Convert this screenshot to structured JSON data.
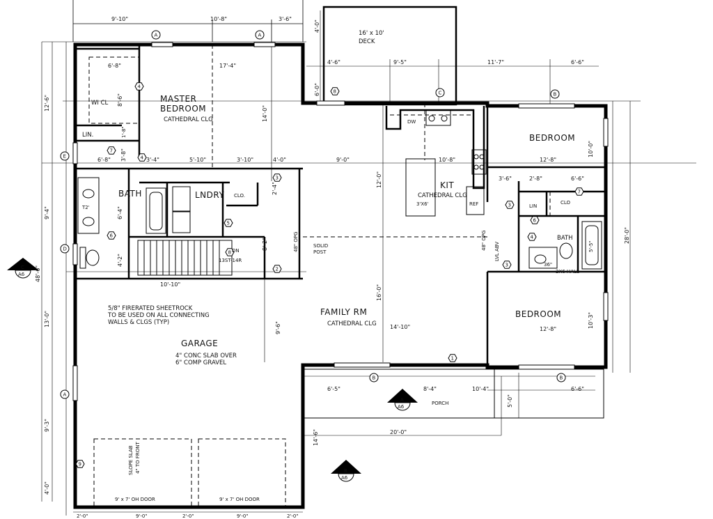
{
  "rooms": {
    "master_bedroom_l1": "MASTER",
    "master_bedroom_l2": "BEDROOM",
    "master_ceiling": "CATHEDRAL CLG",
    "wi_cl": "WI CL",
    "lin": "LIN.",
    "bath": "BATH",
    "lndry": "LNDRY",
    "clo": "CLO.",
    "deck_l1": "16' x 10'",
    "deck_l2": "DECK",
    "kit": "KIT",
    "kit_ceiling": "CATHEDRAL CLG",
    "island": "3'X6'",
    "ref": "REF",
    "dw": "DW",
    "bedroom_top": "BEDROOM",
    "bedroom_bottom": "BEDROOM",
    "lin_right": "LIN",
    "clo_right": "CLO",
    "bath_right": "BATH",
    "hall": "2X6 HALL",
    "vanity": "36\"",
    "t2": "T2'",
    "family_rm": "FAMILY RM",
    "family_ceiling": "CATHEDRAL CLG",
    "solid_post_l1": "SOLID",
    "solid_post_l2": "POST",
    "lvl_abv": "LVL ABV",
    "opg_48_a": "48\" OPG",
    "opg_48_b": "48\" OPG",
    "dn": "DN",
    "stair_risers": "13ST-14R",
    "garage": "GARAGE",
    "sheetrock_l1": "5/8\" FIRERATED SHEETROCK",
    "sheetrock_l2": "TO BE USED ON ALL CONNECTING",
    "sheetrock_l3": "WALLS & CLGS (TYP)",
    "slab_l1": "4\" CONC SLAB OVER",
    "slab_l2": "6\" COMP GRAVEL",
    "slope_l1": "SLOPE SLAB",
    "slope_l2": "4\" TO FRONT",
    "oh_door_1": "9' x 7' OH DOOR",
    "oh_door_2": "9' x 7' OH DOOR",
    "porch": "PORCH",
    "kit_tag_bottom": "REF"
  },
  "dimensions": {
    "top_1": "9'-10\"",
    "top_2": "10'-8\"",
    "top_3": "3'-6\"",
    "deck_h": "4'-0\"",
    "deck_w1": "4'-6\"",
    "deck_w2": "9'-5\"",
    "deck_w3": "11'-7\"",
    "deck_w4": "6'-6\"",
    "deck_side": "6'-0\"",
    "wicl_w": "6'-8\"",
    "wicl_h": "8'-6\"",
    "master_w": "17'-4\"",
    "master_h": "14'-0\"",
    "left_1": "12'-6\"",
    "left_2": "9'-4\"",
    "left_total": "48'-6\"",
    "left_3": "13'-0\"",
    "left_4": "9'-3\"",
    "left_5": "4'-0\"",
    "lin_h": "1'-8\"",
    "hall_1": "6'-8\"",
    "hall_2": "3'-4\"",
    "hall_3": "5'-10\"",
    "hall_4": "3'-10\"",
    "hall_5": "4'-0\"",
    "bath_h": "6'-4\"",
    "lndry_v": "2'-4\"",
    "side_v": "3'-8\"",
    "bath_low": "4'-2\"",
    "stair_h": "8'-2\"",
    "stair_w": "10'-10\"",
    "garage_v": "9'-6\"",
    "fam_w": "9'-0\"",
    "kit_w": "10'-8\"",
    "kit_h": "12'-0\"",
    "fam_h": "16'-0\"",
    "fam_w2": "14'-10\"",
    "bed_top_w": "12'-8\"",
    "bed_top_h": "10'-0\"",
    "bed_bot_w": "12'-8\"",
    "bed_bot_h": "10'-3\"",
    "hall_r1": "3'-6\"",
    "hall_r2": "2'-8\"",
    "hall_r3": "6'-6\"",
    "bath_r_h": "5'-5\"",
    "right_total": "28'-0\"",
    "porch_1": "6'-5\"",
    "porch_2": "8'-4\"",
    "porch_3": "10'-4\"",
    "porch_4": "6'-6\"",
    "porch_h": "5'-0\"",
    "porch_total": "20'-0\"",
    "porch_side": "14'-6\"",
    "bot_1": "2'-0\"",
    "bot_2": "9'-0\"",
    "bot_3": "2'-0\"",
    "bot_4": "9'-0\"",
    "bot_5": "2'-0\""
  },
  "markers": {
    "door_1": "1",
    "door_2": "2",
    "door_3": "3",
    "door_4": "4",
    "door_5": "5",
    "door_6": "6",
    "door_7": "7",
    "door_8": "8",
    "door_9": "9",
    "win_a": "A",
    "win_b": "B",
    "win_c": "C",
    "win_d": "D",
    "win_e": "E",
    "sec_c": "C",
    "sec_a": "A",
    "sec_b": "B",
    "sheet": "A6"
  },
  "colors": {
    "line": "#000000",
    "background": "#ffffff"
  }
}
